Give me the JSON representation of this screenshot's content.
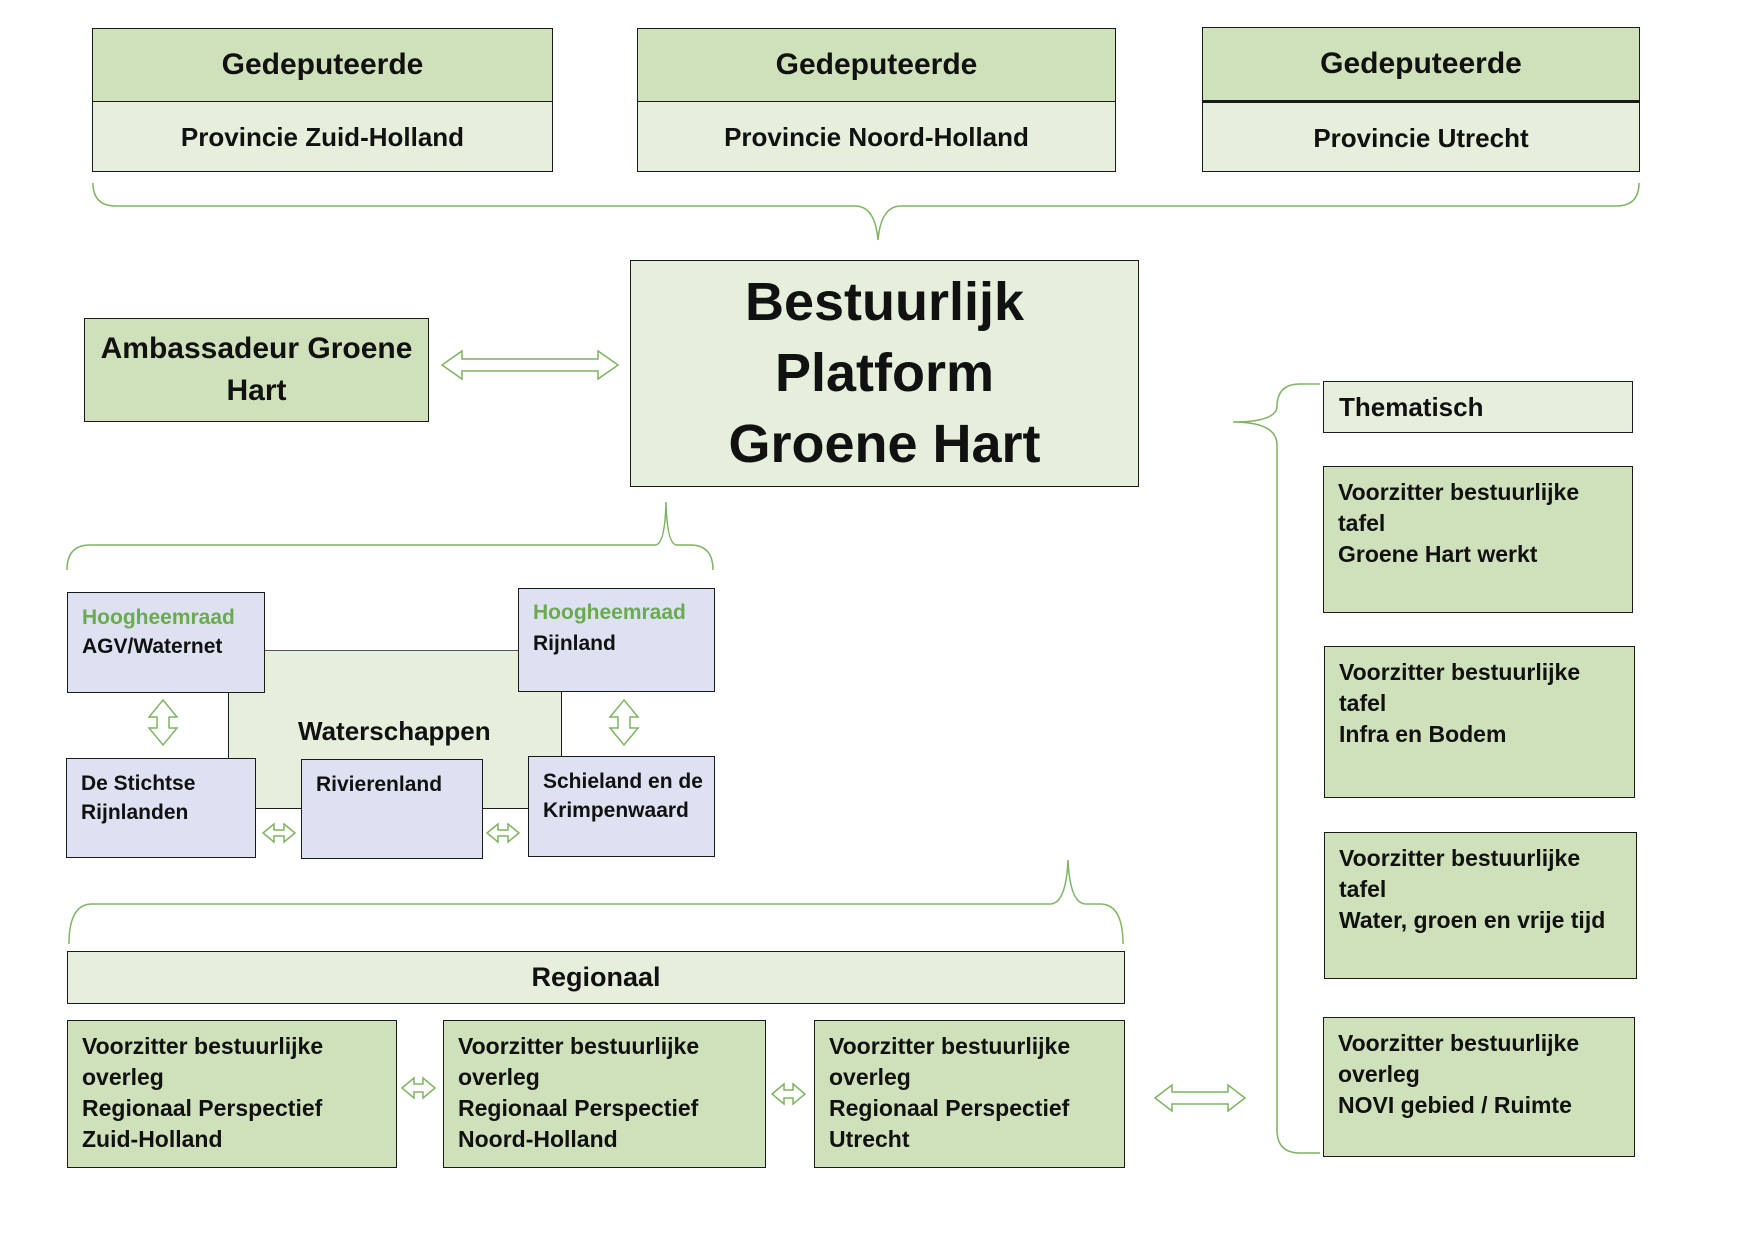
{
  "provinces": [
    {
      "title": "Gedeputeerde",
      "name": "Provincie Zuid-Holland"
    },
    {
      "title": "Gedeputeerde",
      "name": "Provincie Noord-Holland"
    },
    {
      "title": "Gedeputeerde",
      "name": "Provincie Utrecht"
    }
  ],
  "platform": {
    "line1": "Bestuurlijk",
    "line2": "Platform",
    "line3": "Groene Hart"
  },
  "ambassadeur": {
    "line1": "Ambassadeur Groene",
    "line2": "Hart"
  },
  "waterschappen": {
    "label": "Waterschappen",
    "agv": {
      "prefix": "Hoogheemraad",
      "name": "AGV/Waternet"
    },
    "rijnland": {
      "prefix": "Hoogheemraad",
      "name": "Rijnland"
    },
    "stichtse": {
      "line1": "De Stichtse",
      "line2": "Rijnlanden"
    },
    "rivierenland": "Rivierenland",
    "schieland": {
      "line1": "Schieland en de",
      "line2": "Krimpenwaard"
    }
  },
  "regionaal": {
    "label": "Regionaal",
    "items": [
      {
        "l1": "Voorzitter bestuurlijke",
        "l2": "overleg",
        "l3": "Regionaal Perspectief",
        "l4": "Zuid-Holland"
      },
      {
        "l1": "Voorzitter bestuurlijke",
        "l2": "overleg",
        "l3": "Regionaal Perspectief",
        "l4": "Noord-Holland"
      },
      {
        "l1": "Voorzitter bestuurlijke",
        "l2": "overleg",
        "l3": "Regionaal Perspectief",
        "l4": "Utrecht"
      }
    ]
  },
  "thematisch": {
    "label": "Thematisch",
    "items": [
      {
        "l1": "Voorzitter bestuurlijke",
        "l2": "tafel",
        "l3": "Groene Hart werkt"
      },
      {
        "l1": "Voorzitter bestuurlijke",
        "l2": "tafel",
        "l3": "Infra en Bodem"
      },
      {
        "l1": "Voorzitter bestuurlijke",
        "l2": "tafel",
        "l3": "Water, groen en vrije tijd"
      },
      {
        "l1": "Voorzitter bestuurlijke",
        "l2": "overleg",
        "l3": "NOVI gebied / Ruimte"
      }
    ]
  },
  "colors": {
    "accent_green": "#6aab4f",
    "dark_fill": "#cfe1ba",
    "light_fill": "#e6efdb",
    "blue_fill": "#dde1f2"
  }
}
